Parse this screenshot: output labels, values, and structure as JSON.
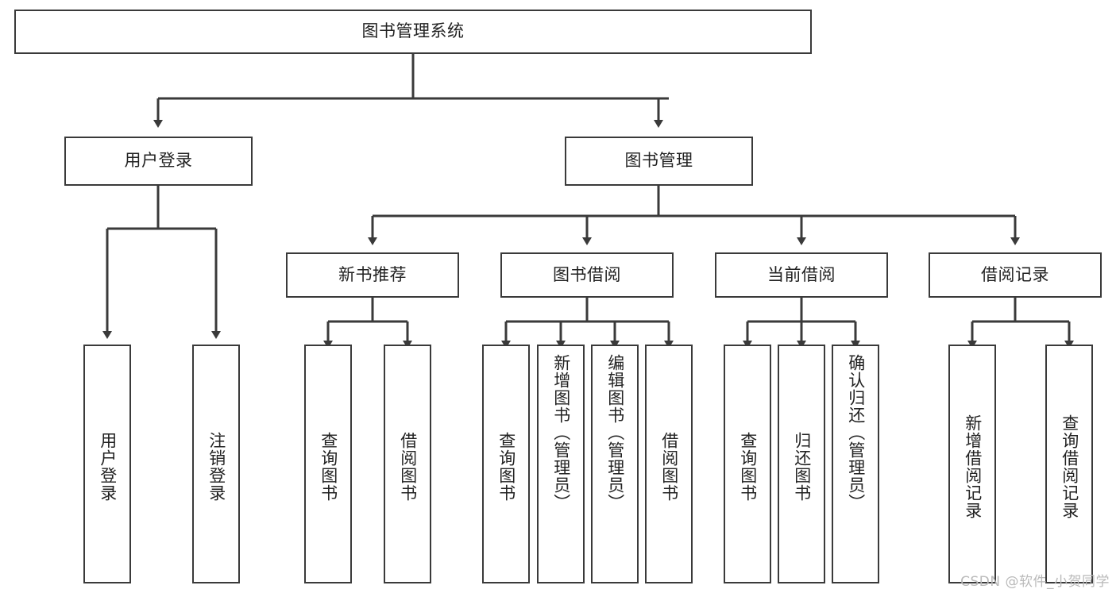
{
  "diagram": {
    "title": "图书管理系统",
    "type": "tree-hierarchy-chart",
    "line_color": "#3a3a3a",
    "box_fill": "#ffffff",
    "text_color": "#222222",
    "watermark": "CSDN @软件_小贺同学",
    "levels": {
      "root": {
        "label": "图书管理系统"
      },
      "level2": [
        {
          "label": "用户登录"
        },
        {
          "label": "图书管理"
        }
      ],
      "level3": [
        {
          "label": "新书推荐"
        },
        {
          "label": "图书借阅"
        },
        {
          "label": "当前借阅"
        },
        {
          "label": "借阅记录"
        }
      ],
      "leaves": {
        "user_login": [
          {
            "label": "用户登录"
          },
          {
            "label": "注销登录"
          }
        ],
        "new_book_recommend": [
          {
            "label": "查询图书"
          },
          {
            "label": "借阅图书"
          }
        ],
        "book_borrow": [
          {
            "label": "查询图书"
          },
          {
            "label": "新增图书（管理员）"
          },
          {
            "label": "编辑图书（管理员）"
          },
          {
            "label": "借阅图书"
          }
        ],
        "current_borrow": [
          {
            "label": "查询图书"
          },
          {
            "label": "归还图书"
          },
          {
            "label": "确认归还（管理员）"
          }
        ],
        "borrow_record": [
          {
            "label": "新增借阅记录"
          },
          {
            "label": "查询借阅记录"
          }
        ]
      }
    }
  }
}
